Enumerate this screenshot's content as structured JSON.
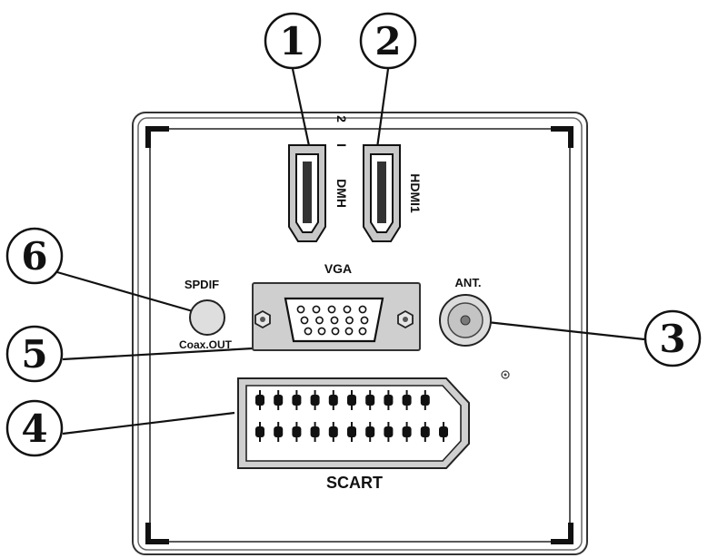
{
  "callouts": {
    "c1": "1",
    "c2": "2",
    "c3": "3",
    "c4": "4",
    "c5": "5",
    "c6": "6"
  },
  "ports": {
    "hdmi_left_text_a": "2",
    "hdmi_left_text_b": "I",
    "hdmi_left_text_c": "DMH",
    "hdmi_right_text": "HDMI1",
    "vga": "VGA",
    "spdif": "SPDIF",
    "coax_out": "Coax.OUT",
    "ant": "ANT.",
    "scart": "SCART"
  },
  "colors": {
    "line": "#111111",
    "metal": "#c8c8c8",
    "background": "#ffffff"
  }
}
